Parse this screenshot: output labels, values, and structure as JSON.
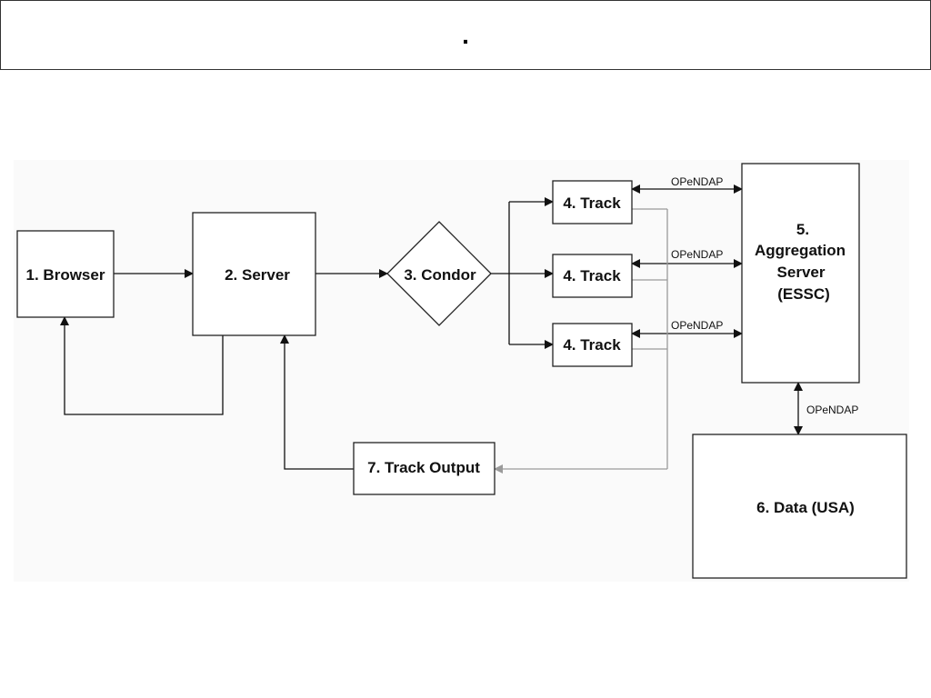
{
  "header": {
    "title": "."
  },
  "diagram": {
    "nodes": {
      "browser": "1. Browser",
      "server": "2. Server",
      "condor": "3. Condor",
      "track_1": "4. Track",
      "track_2": "4. Track",
      "track_3": "4. Track",
      "aggregation_line1": "5.",
      "aggregation_line2": "Aggregation",
      "aggregation_line3": "Server",
      "aggregation_line4": "(ESSC)",
      "data": "6. Data (USA)",
      "track_output": "7. Track Output"
    },
    "links": {
      "opendap_track_1": "OPeNDAP",
      "opendap_track_2": "OPeNDAP",
      "opendap_track_3": "OPeNDAP",
      "opendap_data": "OPeNDAP"
    },
    "colors": {
      "line": "#111111",
      "output_line": "#9a9a9a",
      "panel": "#fafafa"
    }
  }
}
